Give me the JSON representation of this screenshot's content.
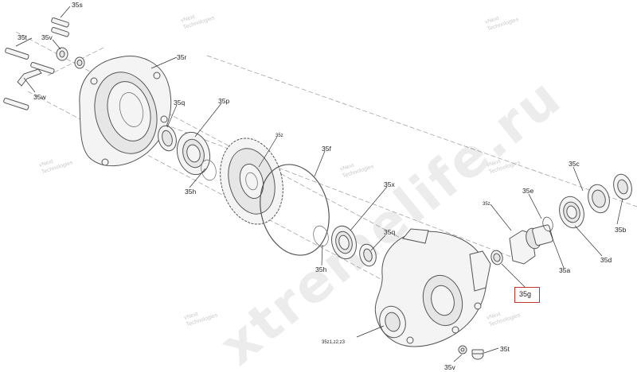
{
  "watermark": {
    "site": "xtremelife.ru",
    "brand_line1": "vNext",
    "brand_line2": "Technologies"
  },
  "callouts": {
    "35s": "35s",
    "35t_top": "35t",
    "35v_top": "35v",
    "35w": "35w",
    "35r": "35r",
    "35q_top": "35q",
    "35p": "35p",
    "35z_top": "35z",
    "35f": "35f",
    "35h_top": "35h",
    "35x": "35x",
    "35q_mid": "35q",
    "35h_mid": "35h",
    "35c": "35c",
    "35e": "35e",
    "35z_right": "35z",
    "35b": "35b",
    "35a": "35a",
    "35d": "35d",
    "35g": "35g",
    "35z_group": "35z1,z2,z3",
    "35t_bottom": "35t",
    "35v_bottom": "35v"
  }
}
